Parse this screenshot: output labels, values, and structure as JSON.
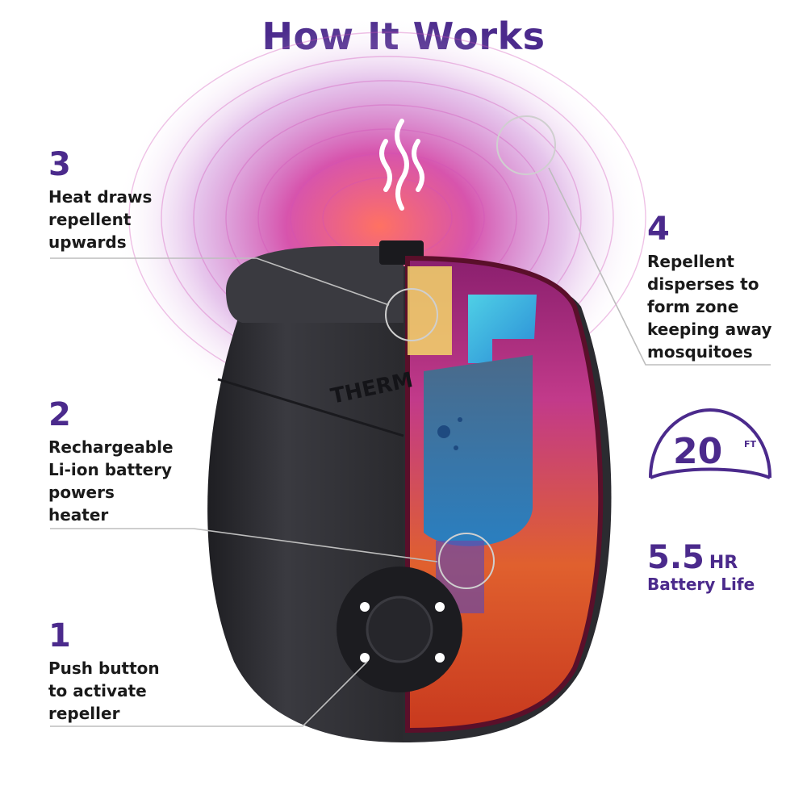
{
  "title": "How It Works",
  "brand_text": "THERM",
  "colors": {
    "accent": "#4b2a8c",
    "device": "#2b2b2f",
    "glow": "#c23bb0"
  },
  "steps": [
    {
      "number": "3",
      "text": "Heat draws\nrepellent\nupwards"
    },
    {
      "number": "2",
      "text": "Rechargeable\nLi-ion battery\npowers\nheater"
    },
    {
      "number": "1",
      "text": "Push button\nto activate\nrepeller"
    },
    {
      "number": "4",
      "text": "Repellent\ndisperses to\nform zone\nkeeping away\nmosquitoes"
    }
  ],
  "stats": {
    "range": {
      "value": "20",
      "unit": "FT"
    },
    "battery": {
      "value": "5.5",
      "unit": "HR",
      "label": "Battery Life"
    }
  }
}
